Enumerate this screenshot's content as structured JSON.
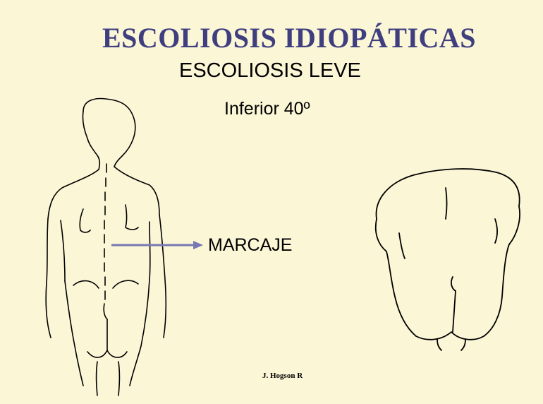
{
  "slide": {
    "title": "ESCOLIOSIS IDIOPÁTICAS",
    "subtitle": "ESCOLIOSIS LEVE",
    "note": "Inferior 40º",
    "arrow_label": "MARCAJE",
    "credit": "J. Hogson R"
  },
  "colors": {
    "background": "#FBF6D6",
    "title": "#3F3F80",
    "arrow": "#7878B4"
  }
}
